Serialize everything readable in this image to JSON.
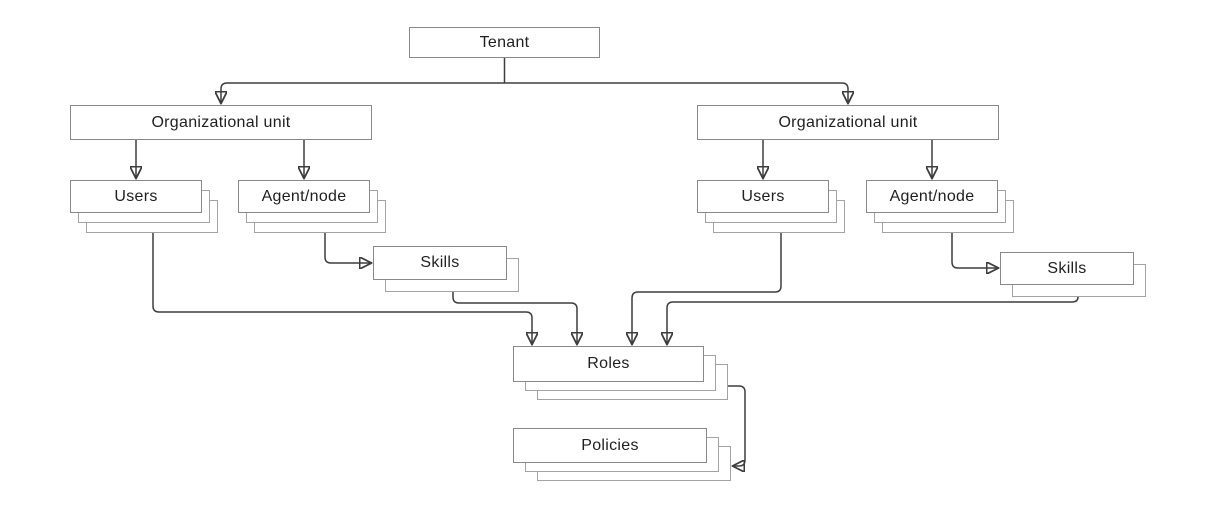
{
  "diagram": {
    "description": "Tenant organizational hierarchy diagram",
    "nodes": {
      "tenant": {
        "label": "Tenant",
        "stacked": false
      },
      "ou_left": {
        "label": "Organizational unit",
        "stacked": false
      },
      "ou_right": {
        "label": "Organizational unit",
        "stacked": false
      },
      "users_left": {
        "label": "Users",
        "stacked": true
      },
      "agent_left": {
        "label": "Agent/node",
        "stacked": true
      },
      "skills_left": {
        "label": "Skills",
        "stacked": true
      },
      "users_right": {
        "label": "Users",
        "stacked": true
      },
      "agent_right": {
        "label": "Agent/node",
        "stacked": true
      },
      "skills_right": {
        "label": "Skills",
        "stacked": true
      },
      "roles": {
        "label": "Roles",
        "stacked": true
      },
      "policies": {
        "label": "Policies",
        "stacked": true
      }
    },
    "edges": [
      {
        "from": "tenant",
        "to": "ou_left"
      },
      {
        "from": "tenant",
        "to": "ou_right"
      },
      {
        "from": "ou_left",
        "to": "users_left"
      },
      {
        "from": "ou_left",
        "to": "agent_left"
      },
      {
        "from": "agent_left",
        "to": "skills_left"
      },
      {
        "from": "ou_right",
        "to": "users_right"
      },
      {
        "from": "ou_right",
        "to": "agent_right"
      },
      {
        "from": "agent_right",
        "to": "skills_right"
      },
      {
        "from": "users_left",
        "to": "roles"
      },
      {
        "from": "skills_left",
        "to": "roles"
      },
      {
        "from": "users_right",
        "to": "roles"
      },
      {
        "from": "skills_right",
        "to": "roles"
      },
      {
        "from": "roles",
        "to": "policies"
      }
    ],
    "colors": {
      "background": "#ffffff",
      "box_border": "#898989",
      "shadow_border": "#a3a3a3",
      "connector": "#3d3d3d",
      "text": "#1f1f1f"
    }
  }
}
